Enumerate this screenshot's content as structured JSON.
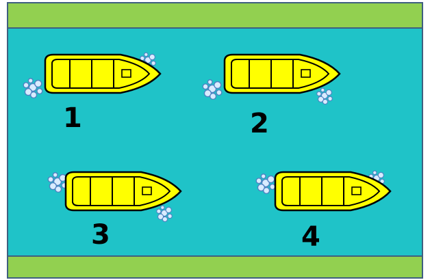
{
  "colors": {
    "bank": "#92d050",
    "water": "#1fc3c8",
    "boat_fill": "#ffff00",
    "outline": "#000000",
    "frame": "#3f5f7f",
    "wave": "#d8ecff",
    "wave_stroke": "#4f7fc0"
  },
  "boats": [
    {
      "label": "1",
      "icon": "boat-icon",
      "wake_sides": [
        "stern-lower",
        "bow-upper"
      ]
    },
    {
      "label": "2",
      "icon": "boat-icon",
      "wake_sides": [
        "stern-lower",
        "bow-lower"
      ]
    },
    {
      "label": "3",
      "icon": "boat-icon",
      "wake_sides": [
        "stern-upper",
        "bow-lower"
      ]
    },
    {
      "label": "4",
      "icon": "boat-icon",
      "wake_sides": [
        "stern-upper",
        "bow-upper"
      ]
    }
  ]
}
